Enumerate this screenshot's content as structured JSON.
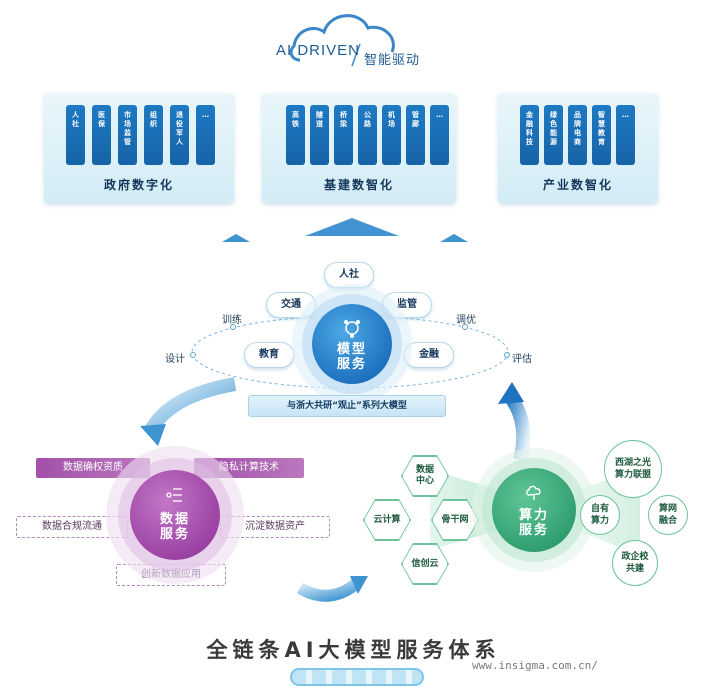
{
  "brand": {
    "en": "AI DRIVEN",
    "cn": "智能驱动"
  },
  "panels": [
    {
      "title": "政府数字化",
      "items": [
        "人\n社",
        "医\n保",
        "市\n场\n监\n管",
        "组\n织",
        "退\n役\n军\n人",
        "…"
      ]
    },
    {
      "title": "基建数智化",
      "items": [
        "高\n铁",
        "隧\n道",
        "桥\n梁",
        "公\n路",
        "机\n场",
        "管\n廊",
        "…"
      ]
    },
    {
      "title": "产业数智化",
      "items": [
        "金\n融\n科\n技",
        "绿\n色\n能\n源",
        "品\n牌\n电\n商",
        "智\n慧\n教\n育",
        "…"
      ]
    }
  ],
  "model": {
    "center": "模型\n服务",
    "clouds": [
      "人社",
      "交通",
      "监管",
      "教育",
      "金融"
    ],
    "orbit": [
      "训练",
      "调优",
      "设计",
      "评估"
    ],
    "banner": "与浙大共研“观止”系列大模型"
  },
  "data_services": {
    "center": "数据\n服务",
    "solid_tags": [
      "数据确权资质",
      "隐私计算技术"
    ],
    "dash_tags": [
      "数据合规流通",
      "沉淀数据资产",
      "创新数据应用"
    ]
  },
  "compute_services": {
    "center": "算力\n服务",
    "hexes": [
      "数据\n中心",
      "云计算",
      "骨干网",
      "信创云"
    ],
    "circles": [
      "西湖之光\n算力联盟",
      "自有\n算力",
      "算网\n融合",
      "政企校\n共建"
    ]
  },
  "bottom_title": "全链条AI大模型服务体系",
  "watermark": "www.insigma.com.cn/",
  "colors": {
    "blue": "#1f73c0",
    "purple": "#9a3fa2",
    "green": "#2f9d6d",
    "light_blue": "#d3ecf6"
  }
}
